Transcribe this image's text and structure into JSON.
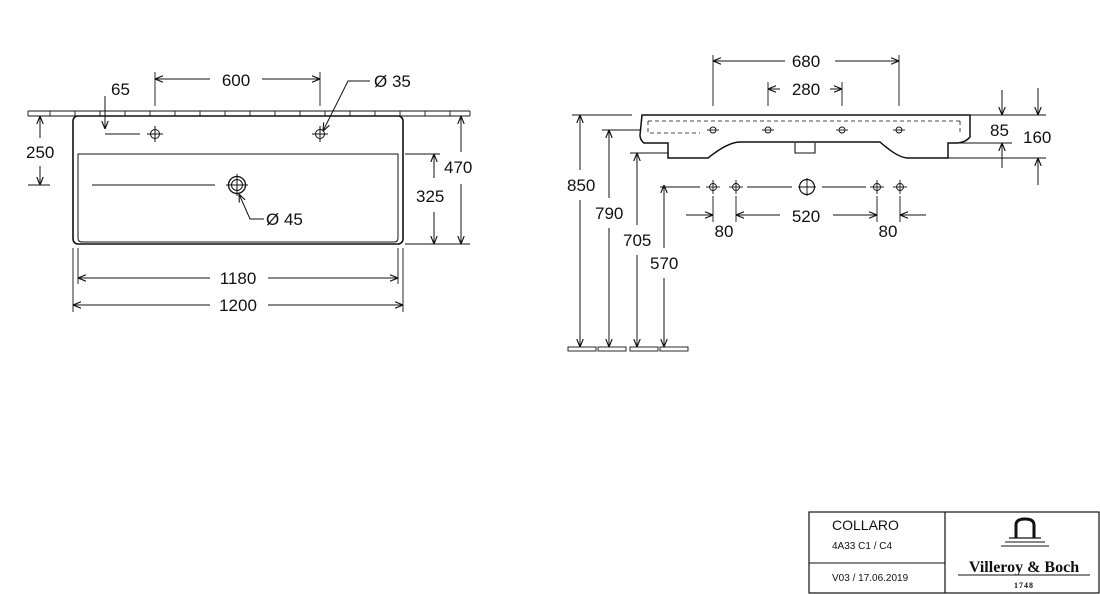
{
  "top_view": {
    "dims": {
      "d65": "65",
      "d600": "600",
      "d35": "Ø 35",
      "d250": "250",
      "d470": "470",
      "d325": "325",
      "d45": "Ø 45",
      "d1180": "1180",
      "d1200": "1200"
    }
  },
  "side_view": {
    "dims": {
      "d680": "680",
      "d280": "280",
      "d85": "85",
      "d160": "160",
      "d850": "850",
      "d790": "790",
      "d705": "705",
      "d570": "570",
      "d80a": "80",
      "d520": "520",
      "d80b": "80"
    }
  },
  "title_block": {
    "product": "COLLARO",
    "code": "4A33 C1 / C4",
    "version": "V03 / 17.06.2019",
    "brand": "Villeroy & Boch",
    "year": "1748"
  }
}
